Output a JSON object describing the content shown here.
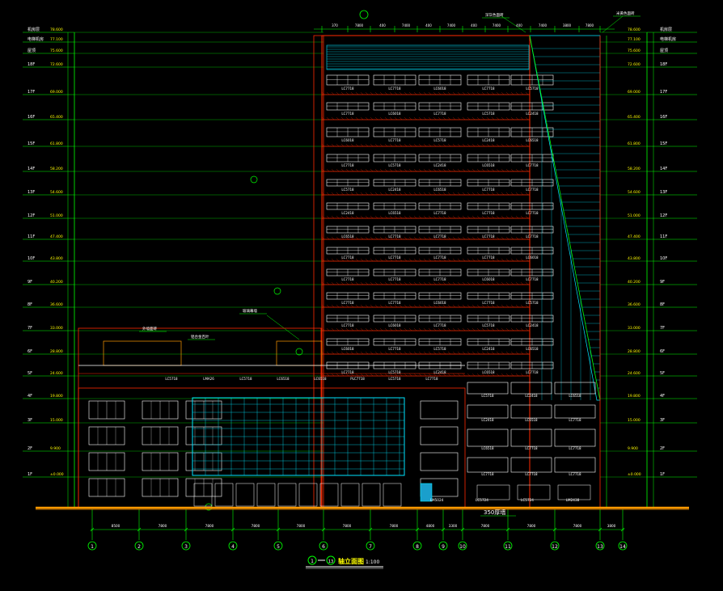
{
  "drawing": {
    "title": "轴立面图",
    "scale": "1:100",
    "axis_range": {
      "start": "1",
      "end": "13"
    }
  },
  "colors": {
    "background": "#000000",
    "grid": "#00ff00",
    "wall": "#ff2a00",
    "window": "#ffffff",
    "curtain": "#00e5ff",
    "ground": "#ff9900",
    "label": "#ffffff",
    "level_text": "#ffff00"
  },
  "axes": [
    "1",
    "2",
    "3",
    "4",
    "5",
    "6",
    "7",
    "8",
    "9",
    "10",
    "11",
    "12",
    "13",
    "14"
  ],
  "floor_labels_left": [
    "机房层",
    "电梯机房",
    "屋顶",
    "18F",
    "17F",
    "16F",
    "15F",
    "14F",
    "13F",
    "12F",
    "11F",
    "10F",
    "9F",
    "8F",
    "7F",
    "6F",
    "5F",
    "4F",
    "3F",
    "2F",
    "1F"
  ],
  "floor_labels_right": [
    "机房层",
    "电梯机房",
    "屋顶",
    "18F",
    "17F",
    "16F",
    "15F",
    "14F",
    "13F",
    "12F",
    "11F",
    "10F",
    "9F",
    "8F",
    "7F",
    "6F",
    "5F",
    "4F",
    "3F",
    "2F",
    "1F"
  ],
  "elevations": [
    "78.600",
    "77.100",
    "75.600",
    "72.600",
    "69.000",
    "65.400",
    "61.800",
    "58.200",
    "54.600",
    "51.000",
    "47.400",
    "43.800",
    "40.200",
    "36.600",
    "33.000",
    "28.800",
    "24.600",
    "19.800",
    "15.000",
    "9.900",
    "±0.000"
  ],
  "window_tags": [
    "LC6518",
    "LC7718",
    "LC7718",
    "LC7718",
    "LC7718",
    "LC6018",
    "LC7718",
    "LC5718",
    "LC2418"
  ],
  "podium_tags": [
    "LC5718",
    "LMA26",
    "LC5718",
    "LC6518",
    "LC6518",
    "PLC7718",
    "LC5718",
    "LC7718"
  ],
  "ground_tags": [
    "LM5024",
    "LC5724",
    "LC5724",
    "LM2438"
  ],
  "annotations": [
    "350厚墙",
    "玻璃幕墙",
    "外墙面砖",
    "铝合金百叶",
    "深灰色面砖",
    "米黄色面砖"
  ]
}
